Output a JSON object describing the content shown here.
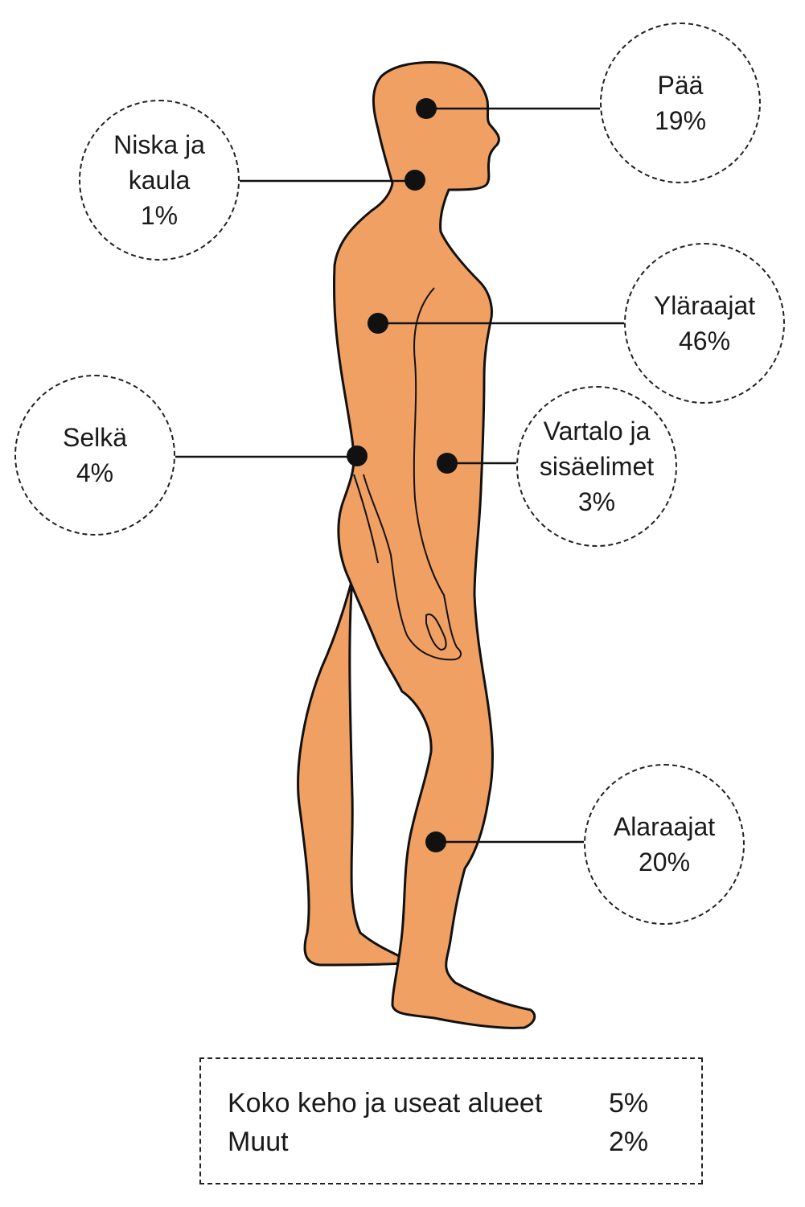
{
  "colors": {
    "body_fill": "#F0A062",
    "outline": "#111111",
    "dot": "#111111"
  },
  "regions": {
    "paa": {
      "lines": [
        "Pää",
        "19%"
      ]
    },
    "niska": {
      "lines": [
        "Niska ja",
        "kaula",
        "1%"
      ]
    },
    "ylaraajat": {
      "lines": [
        "Yläraajat",
        "46%"
      ]
    },
    "selka": {
      "lines": [
        "Selkä",
        "4%"
      ]
    },
    "vartalo": {
      "lines": [
        "Vartalo ja",
        "sisäelimet",
        "3%"
      ]
    },
    "alaraajat": {
      "lines": [
        "Alaraajat",
        "20%"
      ]
    }
  },
  "legend": [
    {
      "label": "Koko keho ja useat alueet",
      "value": "5%"
    },
    {
      "label": "Muut",
      "value": "2%"
    }
  ]
}
